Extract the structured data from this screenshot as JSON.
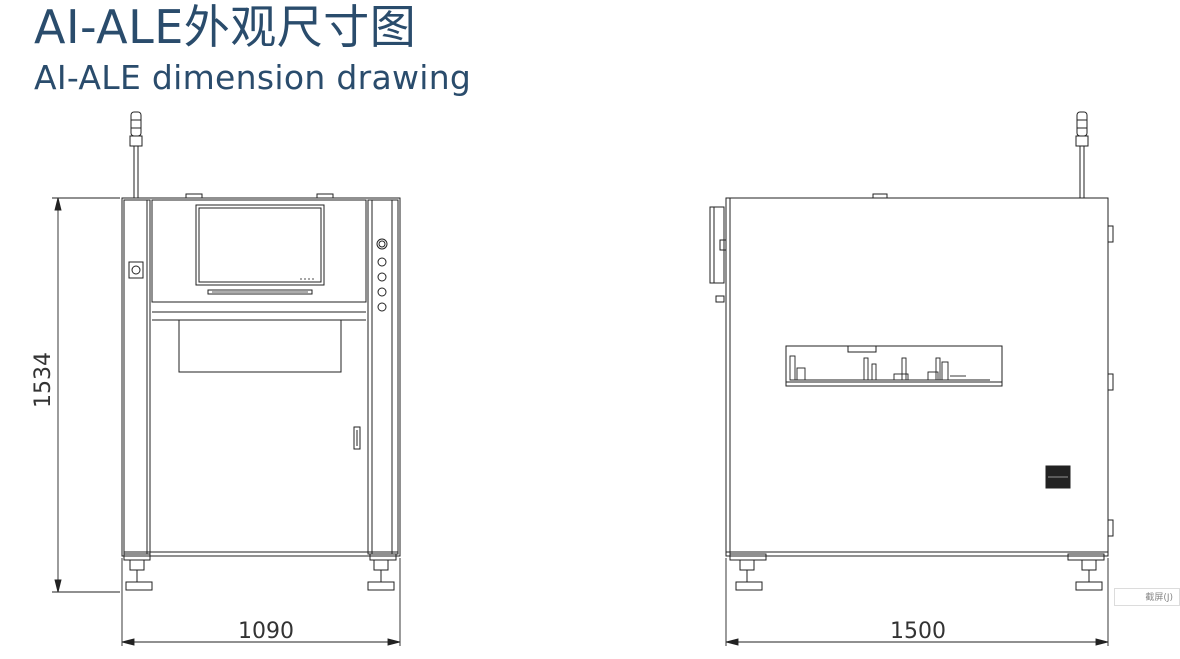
{
  "header": {
    "title": "AI-ALE外观尺寸图",
    "subtitle": "AI-ALE dimension drawing"
  },
  "dimensions": {
    "height": "1534",
    "front_width": "1090",
    "side_depth": "1500"
  },
  "badge": {
    "label": "截屏(J)"
  },
  "colors": {
    "title": "#2a4c6c",
    "line": "#222222",
    "dimension_text": "#333333"
  }
}
